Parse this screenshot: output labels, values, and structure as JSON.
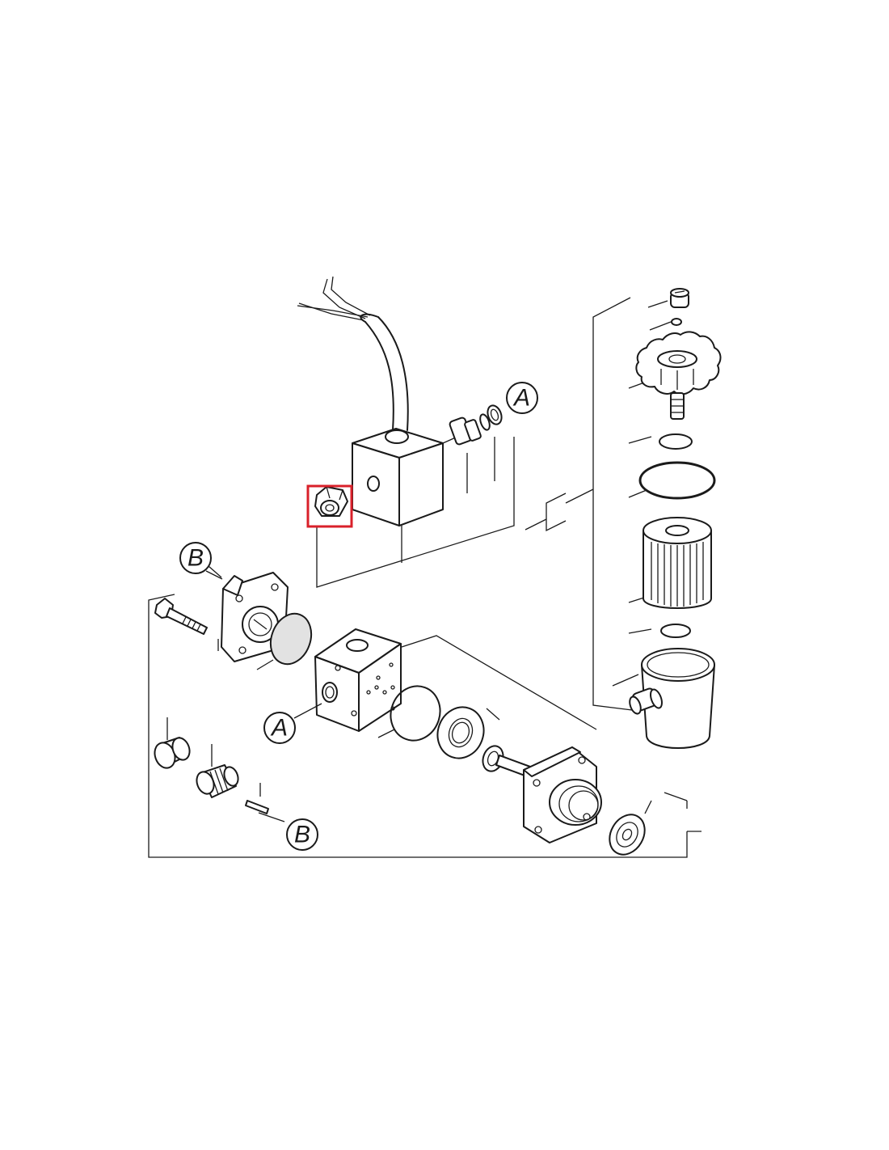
{
  "callouts": {
    "a_top": "A",
    "a_pump": "A",
    "b_top": "B",
    "b_bottom": "B"
  },
  "highlight_color": "#d9202a",
  "highlighted_part": "hex-nut-icon"
}
